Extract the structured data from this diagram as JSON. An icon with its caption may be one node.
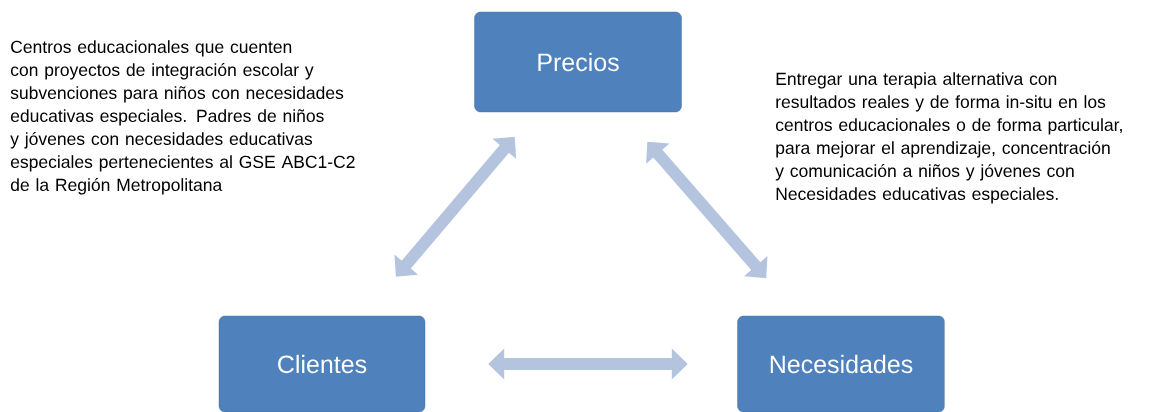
{
  "diagram": {
    "nodes": [
      {
        "text": [
          "Precios"
        ]
      },
      {
        "text": [
          "Clientes"
        ]
      },
      {
        "text": [
          "Necesidades"
        ]
      }
    ],
    "edges": [
      {
        "from": 0,
        "to": 1,
        "arrow": "both"
      },
      {
        "from": 0,
        "to": 2,
        "arrow": "both"
      },
      {
        "from": 1,
        "to": 2,
        "arrow": "both"
      }
    ],
    "labels": [
      "Centros educacionales que cuenten con proyectos de integración escolar y subvenciones para niños con necesidades educativas especiales. Padres de niños y jóvenes con necesidades educativas especiales pertenecientes al GSE ABC1-C2 de la Región Metropolitana",
      "Entregar una terapia alternativa con resultados reales y de forma in-situ en los centros educacionales o de forma particular, para mejorar el aprendizaje, concentración y comunicación a niños y jóvenes con Necesidades educativas especiales."
    ]
  }
}
